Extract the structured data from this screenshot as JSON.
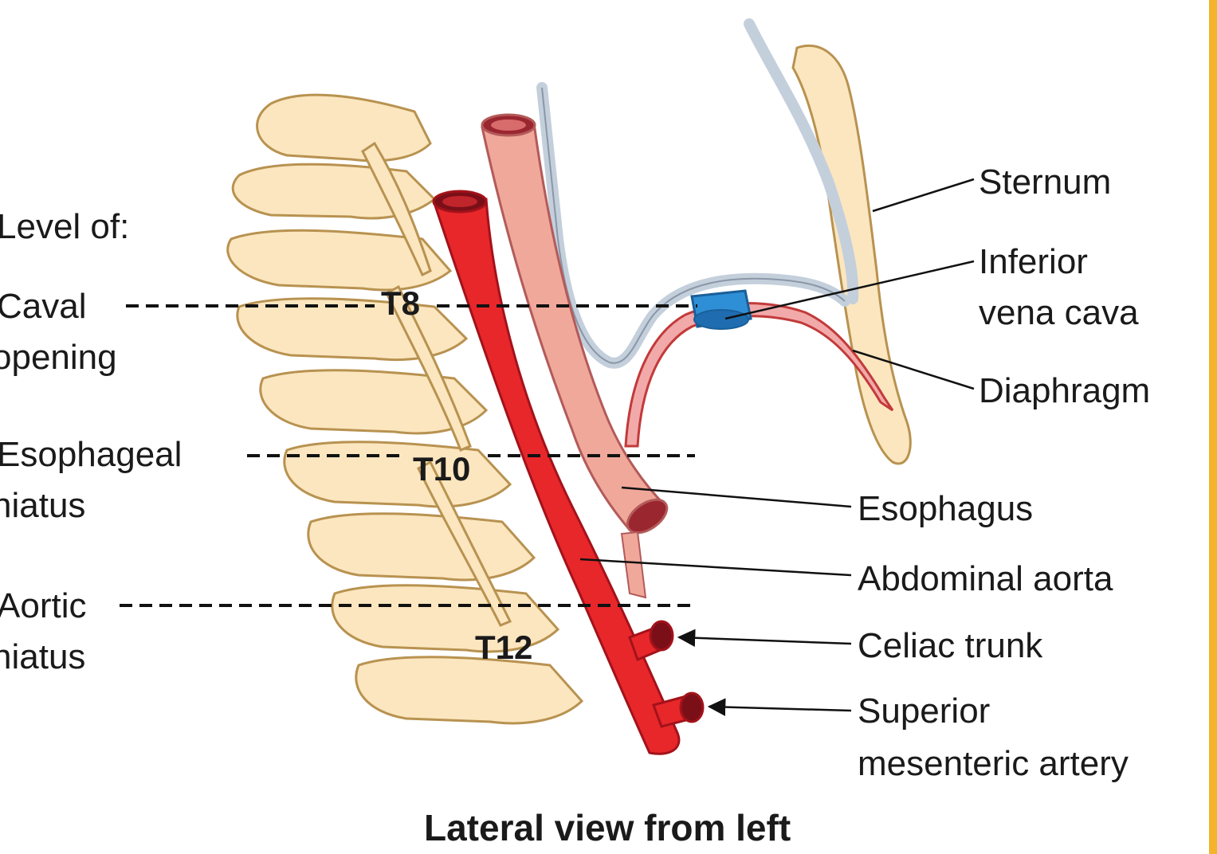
{
  "diagram": {
    "title": "Lateral view from left",
    "level_heading": "Level of:",
    "left_labels": [
      {
        "id": "caval",
        "lines": [
          "Caval",
          "opening"
        ],
        "level": "T8"
      },
      {
        "id": "esophageal",
        "lines": [
          "Esophageal",
          "hiatus"
        ],
        "level": "T10"
      },
      {
        "id": "aortic",
        "lines": [
          "Aortic",
          "hiatus"
        ],
        "level": "T12"
      }
    ],
    "right_labels": {
      "sternum": [
        "Sternum"
      ],
      "ivc": [
        "Inferior",
        "vena cava"
      ],
      "diaphragm": [
        "Diaphragm"
      ],
      "esophagus": [
        "Esophagus"
      ],
      "abdominal_aorta": [
        "Abdominal aorta"
      ],
      "celiac": [
        "Celiac trunk"
      ],
      "sma": [
        "Superior",
        "mesenteric artery"
      ]
    },
    "colors": {
      "bone": "#fbe6bf",
      "bone_outline": "#b89250",
      "aorta": "#e8272b",
      "aorta_dark": "#a3121a",
      "esophagus": "#f0a89a",
      "esophagus_dark": "#b35a5a",
      "ivc": "#2f8fd6",
      "pleura": "#c4cfdc",
      "diaphragm": "#e07070",
      "border": "#f3b32a"
    }
  }
}
